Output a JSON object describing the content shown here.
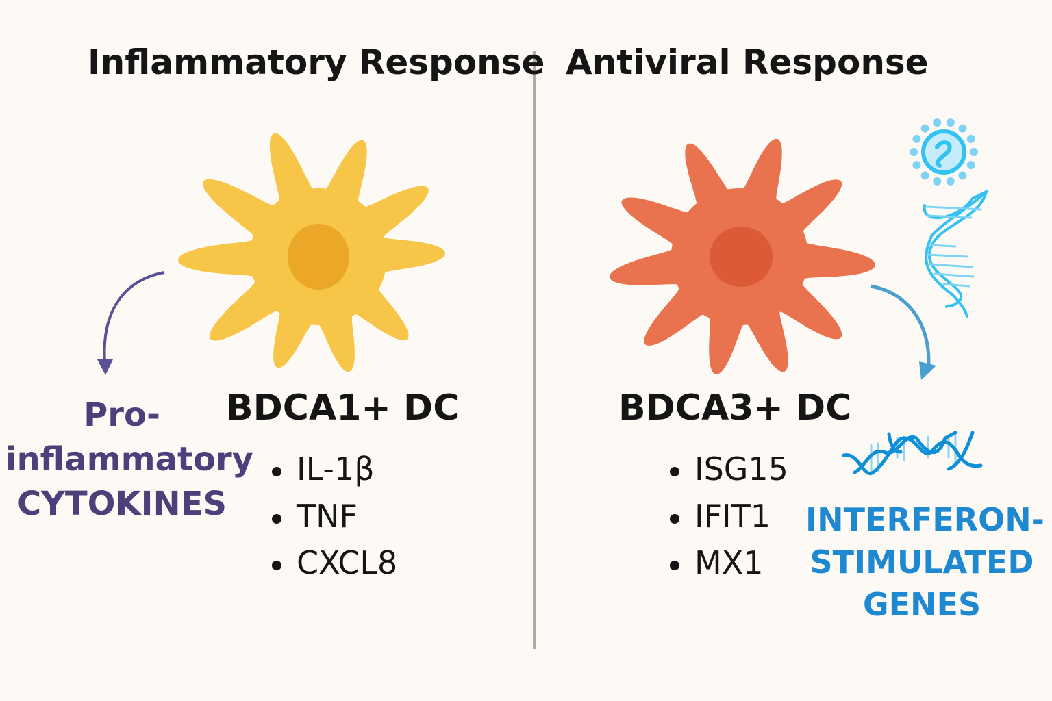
{
  "left": {
    "title": "Inflammatory Response",
    "cell_label": "BDCA1+ DC",
    "cell_color": "#f7c548",
    "nucleus_color": "#eba826",
    "genes": [
      "IL-1β",
      "TNF",
      "CXCL8"
    ],
    "output_lines": [
      "Pro-",
      "inflammatory",
      "CYTOKINES"
    ],
    "output_color": "#4e3f7a"
  },
  "right": {
    "title": "Antiviral Response",
    "cell_label": "BDCA3+ DC",
    "cell_color": "#e8734e",
    "nucleus_color": "#dc5a35",
    "genes": [
      "ISG15",
      "IFIT1",
      "MX1"
    ],
    "output_lines": [
      "INTERFERON-",
      "STIMULATED",
      "GENES"
    ],
    "output_color": "#1e88d0",
    "icons": [
      "virus-icon",
      "dna-helix-icon",
      "dna-strand-icon"
    ]
  }
}
